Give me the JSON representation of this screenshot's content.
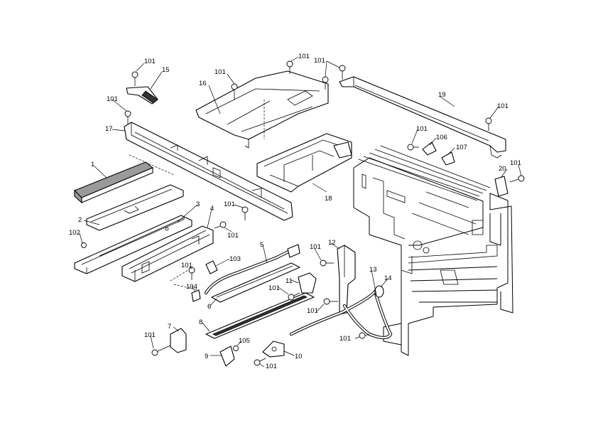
{
  "callouts": [
    {
      "id": "c-101-a",
      "label": "101"
    },
    {
      "id": "c-15",
      "label": "15"
    },
    {
      "id": "c-101-b",
      "label": "101"
    },
    {
      "id": "c-16",
      "label": "16"
    },
    {
      "id": "c-101-c",
      "label": "101"
    },
    {
      "id": "c-101-d",
      "label": "101"
    },
    {
      "id": "c-19",
      "label": "19"
    },
    {
      "id": "c-101-e",
      "label": "101"
    },
    {
      "id": "c-101-f",
      "label": "101"
    },
    {
      "id": "c-17",
      "label": "17"
    },
    {
      "id": "c-101-g",
      "label": "101"
    },
    {
      "id": "c-106",
      "label": "106"
    },
    {
      "id": "c-107",
      "label": "107"
    },
    {
      "id": "c-1",
      "label": "1"
    },
    {
      "id": "c-20",
      "label": "20"
    },
    {
      "id": "c-101-h",
      "label": "101"
    },
    {
      "id": "c-18",
      "label": "18"
    },
    {
      "id": "c-3",
      "label": "3"
    },
    {
      "id": "c-2",
      "label": "2"
    },
    {
      "id": "c-101-i",
      "label": "101"
    },
    {
      "id": "c-4",
      "label": "4"
    },
    {
      "id": "c-102",
      "label": "102"
    },
    {
      "id": "c-101-j",
      "label": "101"
    },
    {
      "id": "c-5",
      "label": "5"
    },
    {
      "id": "c-101-k",
      "label": "101"
    },
    {
      "id": "c-12",
      "label": "12"
    },
    {
      "id": "c-103",
      "label": "103"
    },
    {
      "id": "c-101-l",
      "label": "101"
    },
    {
      "id": "c-13",
      "label": "13"
    },
    {
      "id": "c-14",
      "label": "14"
    },
    {
      "id": "c-104",
      "label": "104"
    },
    {
      "id": "c-11",
      "label": "11"
    },
    {
      "id": "c-101-m",
      "label": "101"
    },
    {
      "id": "c-6",
      "label": "6"
    },
    {
      "id": "c-101-n",
      "label": "101"
    },
    {
      "id": "c-8",
      "label": "8"
    },
    {
      "id": "c-7",
      "label": "7"
    },
    {
      "id": "c-101-o",
      "label": "101"
    },
    {
      "id": "c-101-p",
      "label": "101"
    },
    {
      "id": "c-105",
      "label": "105"
    },
    {
      "id": "c-9",
      "label": "9"
    },
    {
      "id": "c-10",
      "label": "10"
    },
    {
      "id": "c-101-q",
      "label": "101"
    }
  ]
}
